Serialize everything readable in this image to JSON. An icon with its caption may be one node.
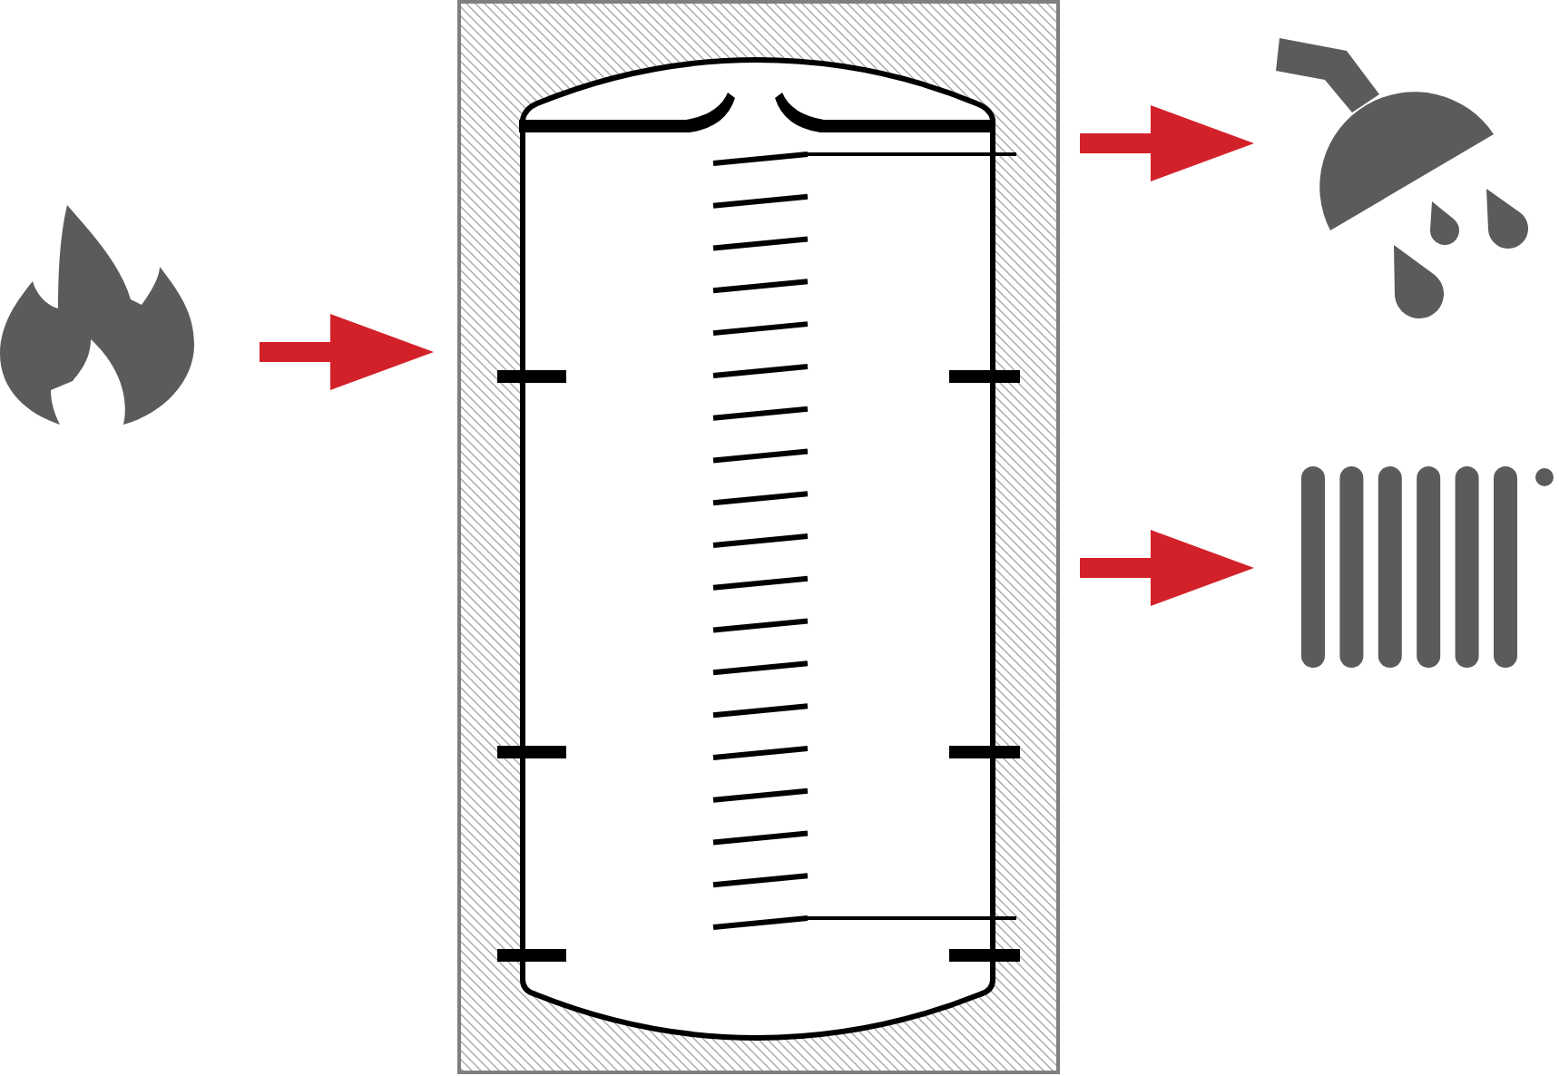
{
  "diagram": {
    "nodes": [
      {
        "text": [],
        "shape": "picture"
      },
      {
        "text": [],
        "shape": "picture"
      },
      {
        "text": [],
        "shape": "picture"
      },
      {
        "text": [],
        "shape": "picture"
      }
    ],
    "edges": [
      {
        "from": 0,
        "to": 1,
        "arrow": "to"
      },
      {
        "from": 1,
        "to": 2,
        "arrow": "to"
      },
      {
        "from": 1,
        "to": 3,
        "arrow": "to"
      }
    ]
  }
}
